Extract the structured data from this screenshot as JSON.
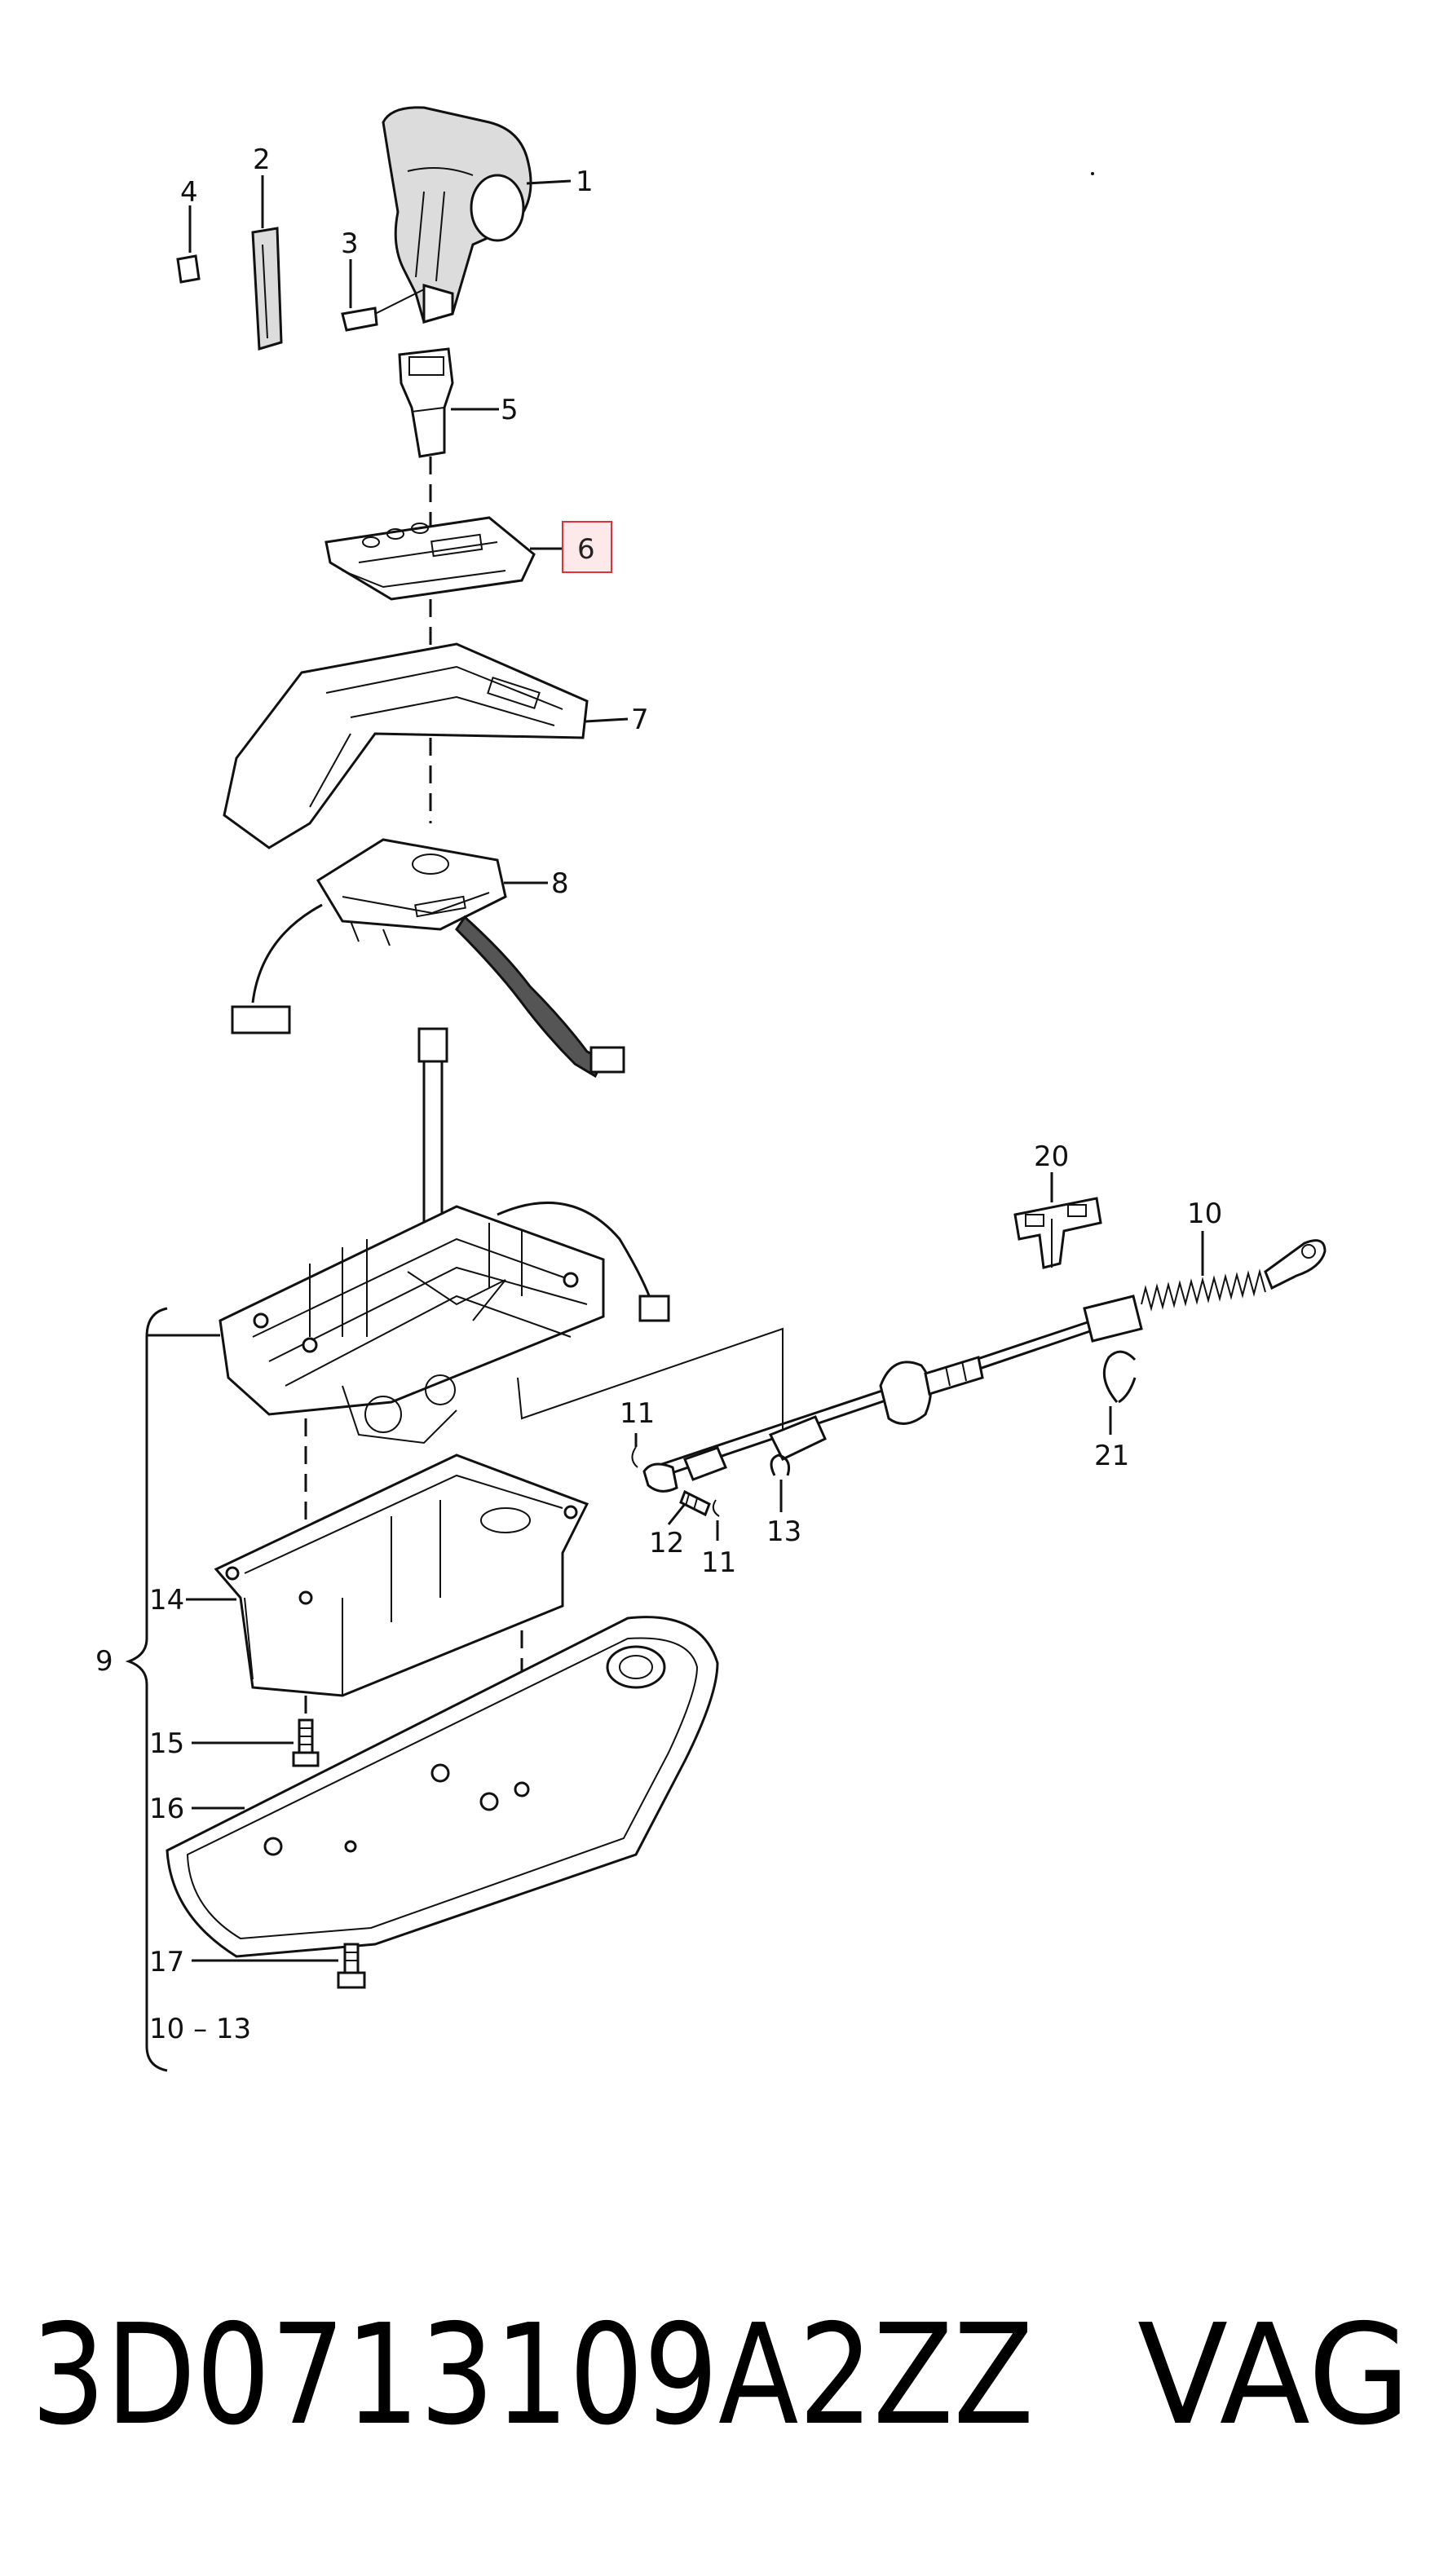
{
  "diagram": {
    "part_labels": {
      "p1": "1",
      "p2": "2",
      "p3": "3",
      "p4": "4",
      "p5": "5",
      "p6": "6",
      "p7": "7",
      "p8": "8",
      "p9": "9",
      "p10": "10",
      "p11a": "11",
      "p11b": "11",
      "p12": "12",
      "p13": "13",
      "p14": "14",
      "p15": "15",
      "p16": "16",
      "p17": "17",
      "p20": "20",
      "p21": "21",
      "p10_13": "10 – 13"
    },
    "highlighted_part": "6",
    "highlight_color": "#e0303a"
  },
  "footer": {
    "part_number": "3D0713109A2ZZ",
    "brand": "VAG"
  }
}
